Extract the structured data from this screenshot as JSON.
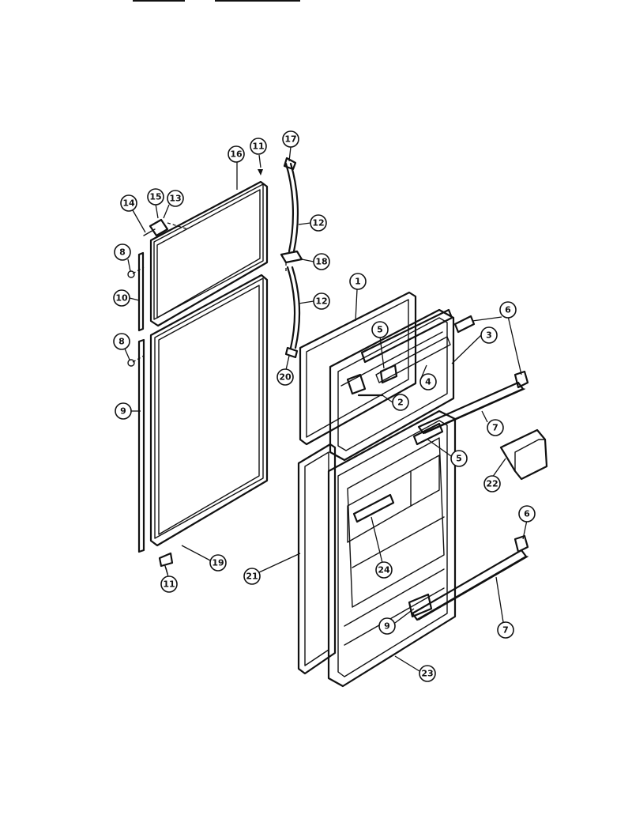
{
  "callouts": [
    {
      "id": "c-11-top",
      "label": "11"
    },
    {
      "id": "c-16",
      "label": "16"
    },
    {
      "id": "c-17",
      "label": "17"
    },
    {
      "id": "c-15",
      "label": "15"
    },
    {
      "id": "c-13",
      "label": "13"
    },
    {
      "id": "c-14",
      "label": "14"
    },
    {
      "id": "c-12-upper",
      "label": "12"
    },
    {
      "id": "c-8-upper",
      "label": "8"
    },
    {
      "id": "c-18",
      "label": "18"
    },
    {
      "id": "c-10",
      "label": "10"
    },
    {
      "id": "c-12-lower",
      "label": "12"
    },
    {
      "id": "c-1",
      "label": "1"
    },
    {
      "id": "c-6-upper",
      "label": "6"
    },
    {
      "id": "c-5-upper",
      "label": "5"
    },
    {
      "id": "c-3",
      "label": "3"
    },
    {
      "id": "c-8-lower",
      "label": "8"
    },
    {
      "id": "c-20",
      "label": "20"
    },
    {
      "id": "c-4",
      "label": "4"
    },
    {
      "id": "c-2",
      "label": "2"
    },
    {
      "id": "c-9-left",
      "label": "9"
    },
    {
      "id": "c-7-upper",
      "label": "7"
    },
    {
      "id": "c-5-lower",
      "label": "5"
    },
    {
      "id": "c-22",
      "label": "22"
    },
    {
      "id": "c-6-lower",
      "label": "6"
    },
    {
      "id": "c-19",
      "label": "19"
    },
    {
      "id": "c-11-bottom",
      "label": "11"
    },
    {
      "id": "c-21",
      "label": "21"
    },
    {
      "id": "c-24",
      "label": "24"
    },
    {
      "id": "c-9-lower",
      "label": "9"
    },
    {
      "id": "c-7-lower",
      "label": "7"
    },
    {
      "id": "c-23",
      "label": "23"
    }
  ]
}
